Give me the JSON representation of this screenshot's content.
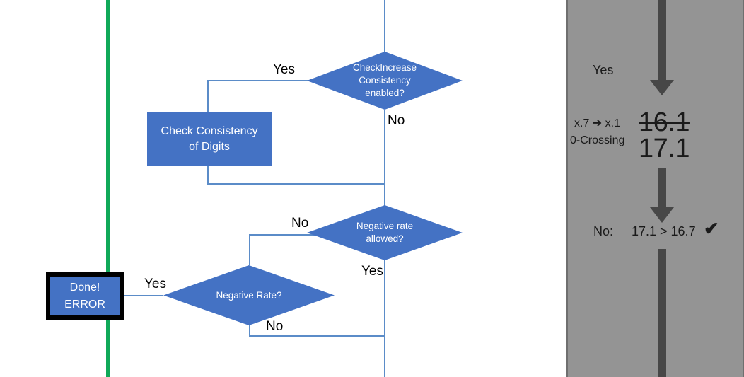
{
  "slide": {
    "background_color": "#FFFFFF",
    "accent_blue": "#4472C4",
    "connector_blue": "#5B8CC8",
    "green_rule_color": "#0FA958",
    "panel_gray": "#949494",
    "arrow_gray": "#474747"
  },
  "flowchart": {
    "nodes": [
      {
        "id": "check-increase-consistency",
        "shape": "decision",
        "text": "CheckIncrease\nConsistency\nenabled?"
      },
      {
        "id": "check-consistency-of-digits",
        "shape": "process",
        "text": "Check Consistency\nof Digits"
      },
      {
        "id": "negative-rate-allowed",
        "shape": "decision",
        "text": "Negative rate\nallowed?"
      },
      {
        "id": "negative-rate",
        "shape": "decision",
        "text": "Negative Rate?"
      },
      {
        "id": "done-error",
        "shape": "terminator",
        "text": "Done!\nERROR"
      }
    ],
    "edge_labels": {
      "check_increase_yes": "Yes",
      "check_increase_no": "No",
      "negative_rate_allowed_no": "No",
      "negative_rate_allowed_yes": "Yes",
      "negative_rate_yes": "Yes",
      "negative_rate_no": "No"
    }
  },
  "panel": {
    "top_label": "Yes",
    "rule_label_line1": "x.7 ➔ x.1",
    "rule_label_line2": "0-Crossing",
    "value_struck": "16.1",
    "value_current": "17.1",
    "result_prefix": "No:",
    "result_comparison": "17.1 > 16.7",
    "result_check": "✔"
  }
}
